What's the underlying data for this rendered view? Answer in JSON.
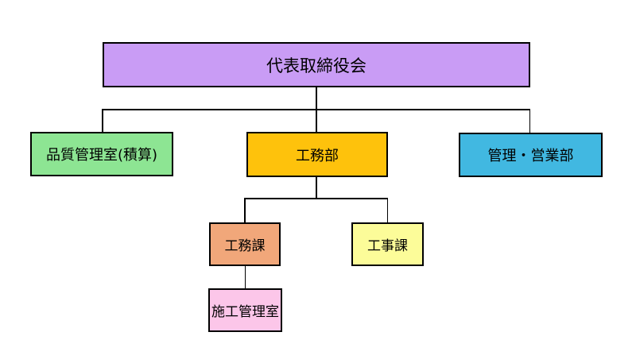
{
  "org": {
    "background": "#FFFFFF",
    "line_color": "#000000",
    "text_color": "#000000",
    "root": {
      "label": "代表取締役会",
      "color": "#C99CF5",
      "children": [
        {
          "label": "品質管理室(積算)",
          "color": "#8DE593",
          "children": []
        },
        {
          "label": "工務部",
          "color": "#FEC20C",
          "children": [
            {
              "label": "工務課",
              "color": "#F1A77A",
              "children": [
                {
                  "label": "施工管理室",
                  "color": "#FCC6E9",
                  "children": []
                }
              ]
            },
            {
              "label": "工事課",
              "color": "#FCFC99",
              "children": []
            }
          ]
        },
        {
          "label": "管理・営業部",
          "color": "#41B8E1",
          "children": []
        }
      ]
    }
  }
}
